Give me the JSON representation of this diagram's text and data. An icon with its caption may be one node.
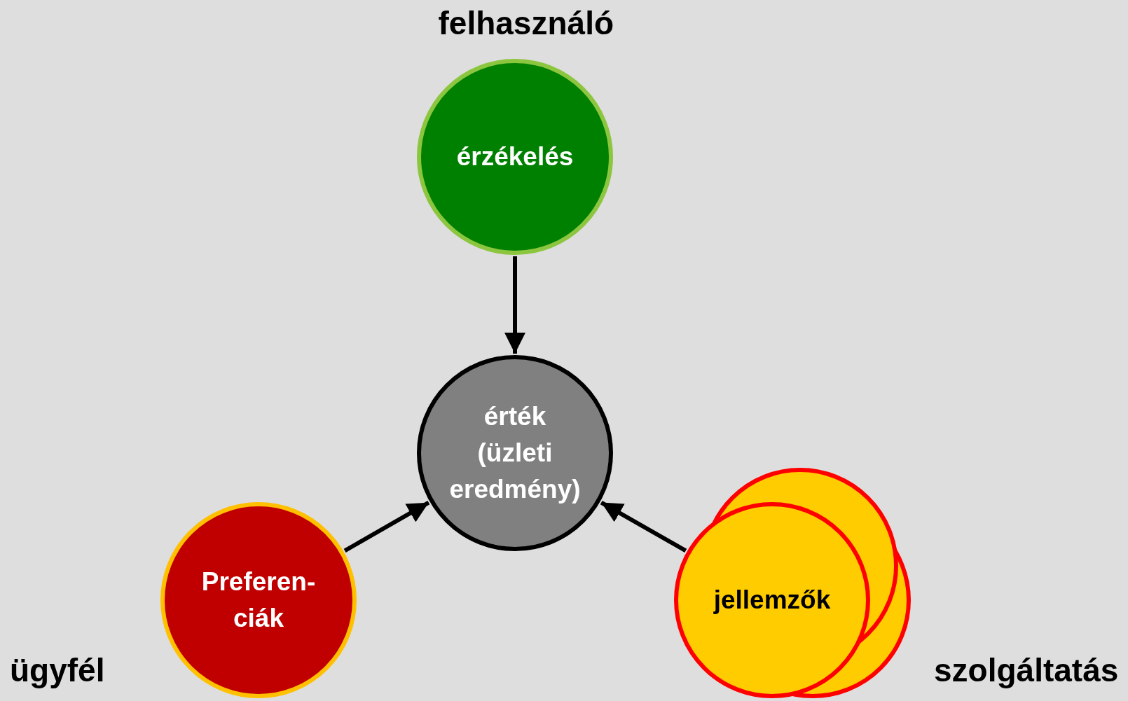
{
  "diagram": {
    "nodes": [
      {
        "text": [
          "érzékelés"
        ]
      },
      {
        "text": [
          "érték (üzleti eredmény)"
        ]
      },
      {
        "text": [
          "Preferen- ciák"
        ]
      },
      {
        "text": [
          "jellemzők"
        ]
      }
    ],
    "edges": [
      {
        "from": 0,
        "to": 1,
        "arrow": "to"
      },
      {
        "from": 2,
        "to": 1,
        "arrow": "to"
      },
      {
        "from": 3,
        "to": 1,
        "arrow": "to"
      }
    ],
    "labels": [
      "felhasználó",
      "ügyfél",
      "szolgáltatás"
    ]
  }
}
